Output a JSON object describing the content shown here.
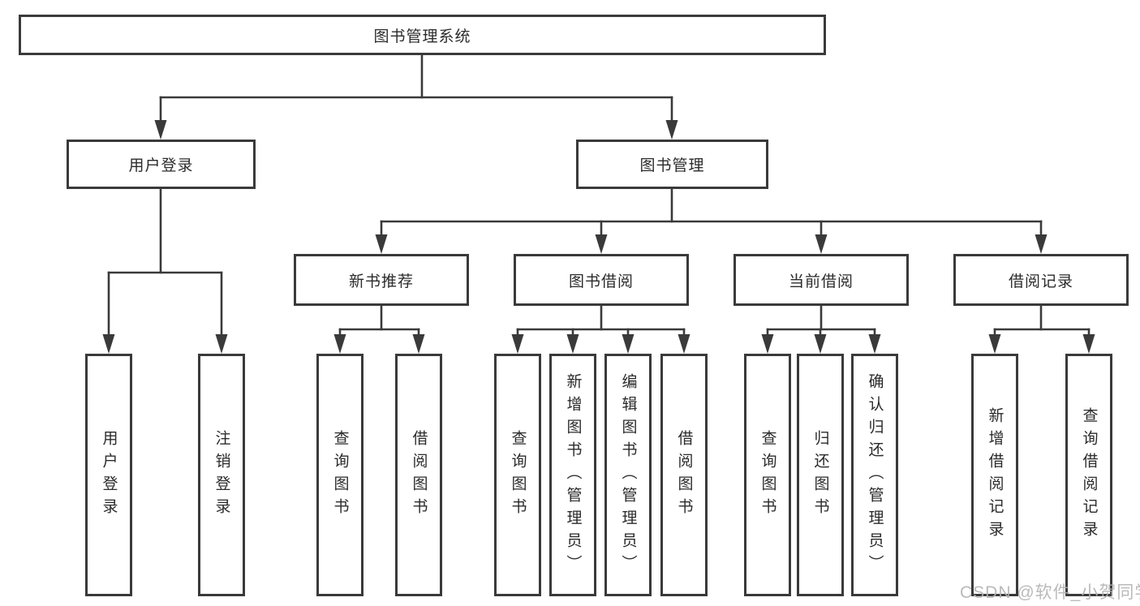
{
  "tree": {
    "label": "图书管理系统",
    "children": [
      {
        "label": "用户登录",
        "children": [
          {
            "label": "用户登录"
          },
          {
            "label": "注销登录"
          }
        ]
      },
      {
        "label": "图书管理",
        "children": [
          {
            "label": "新书推荐",
            "children": [
              {
                "label": "查询图书"
              },
              {
                "label": "借阅图书"
              }
            ]
          },
          {
            "label": "图书借阅",
            "children": [
              {
                "label": "查询图书"
              },
              {
                "label": "新增图书（管理员）"
              },
              {
                "label": "编辑图书（管理员）"
              },
              {
                "label": "借阅图书"
              }
            ]
          },
          {
            "label": "当前借阅",
            "children": [
              {
                "label": "查询图书"
              },
              {
                "label": "归还图书"
              },
              {
                "label": "确认归还（管理员）"
              }
            ]
          },
          {
            "label": "借阅记录",
            "children": [
              {
                "label": "新增借阅记录"
              },
              {
                "label": "查询借阅记录"
              }
            ]
          }
        ]
      }
    ]
  },
  "watermark": "CSDN @软件_小贺同学",
  "colors": {
    "line": "#3a3a3a",
    "box_border": "#3a3a3a",
    "text": "#2b2b2b",
    "watermark": "#b2b2b2",
    "background": "#ffffff"
  }
}
